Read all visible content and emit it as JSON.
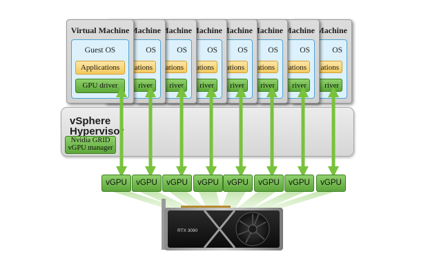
{
  "diagram": {
    "virtual_machines": [
      {
        "title": "Virtual Machine",
        "guest_os": "Guest OS",
        "applications": "Applications",
        "driver": "GPU driver"
      },
      {
        "title": "Machine",
        "guest_os": "OS",
        "applications": "ations",
        "driver": "river"
      },
      {
        "title": "Machine",
        "guest_os": "OS",
        "applications": "ations",
        "driver": "river"
      },
      {
        "title": "Machine",
        "guest_os": "OS",
        "applications": "ations",
        "driver": "river"
      },
      {
        "title": "Machine",
        "guest_os": "OS",
        "applications": "ations",
        "driver": "river"
      },
      {
        "title": "Machine",
        "guest_os": "OS",
        "applications": "ations",
        "driver": "river"
      },
      {
        "title": "Machine",
        "guest_os": "OS",
        "applications": "ations",
        "driver": "river"
      },
      {
        "title": "Machine",
        "guest_os": "OS",
        "applications": "ations",
        "driver": "river"
      }
    ],
    "hypervisor": {
      "title_line1": "vSphere",
      "title_line2": "Hypervisor",
      "manager_line1": "Nvidia GRID",
      "manager_line2": "vGPU manager"
    },
    "vgpus": [
      "vGPU",
      "vGPU",
      "vGPU",
      "vGPU",
      "vGPU",
      "vGPU",
      "vGPU",
      "vGPU"
    ],
    "gpu_card": {
      "label": "RTX 3090"
    },
    "colors": {
      "vm_gray": "#d6d6d6",
      "guest_blue": "#dcf1fb",
      "apps_yellow": "#f3c95d",
      "driver_green": "#6bb547",
      "arrow_green": "#79c23d",
      "beam_green": "#a9d98a"
    }
  }
}
